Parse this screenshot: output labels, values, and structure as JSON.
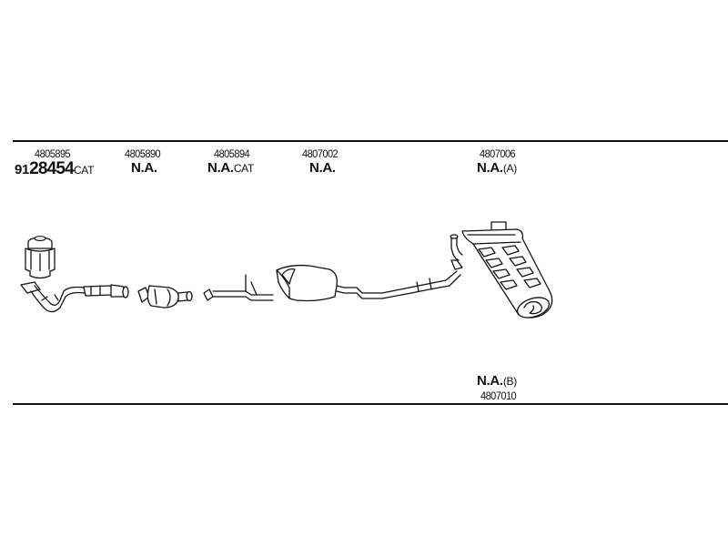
{
  "parts": {
    "p1": {
      "number": "4805895",
      "code_prefix": "91",
      "code_main": "28454",
      "code_suffix": "CAT"
    },
    "p2": {
      "number": "4805890",
      "code": "N.A."
    },
    "p3": {
      "number": "4805894",
      "code": "N.A.",
      "code_suffix": "CAT"
    },
    "p4": {
      "number": "4807002",
      "code": "N.A."
    },
    "p5": {
      "number": "4807006",
      "code": "N.A.",
      "code_suffix": "(A)"
    },
    "p6": {
      "number": "4807010",
      "code": "N.A.",
      "code_suffix": "(B)"
    }
  }
}
